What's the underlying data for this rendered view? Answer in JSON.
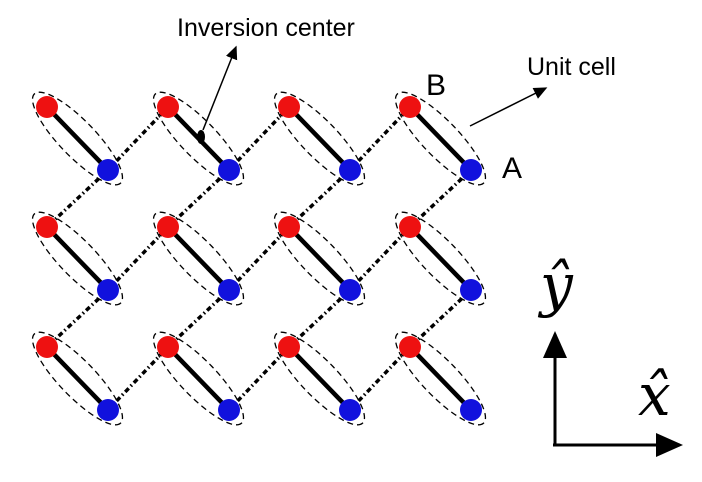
{
  "labels": {
    "inversion_center": "Inversion center",
    "unit_cell": "Unit cell",
    "site_b": "B",
    "site_a": "A",
    "axis_y": "ŷ",
    "axis_x": "x̂"
  },
  "colors": {
    "site_b": "#ee1111",
    "site_a": "#1111dd",
    "bond": "#000000",
    "cell_outline": "#000000"
  },
  "lattice": {
    "rows": 3,
    "cols": 4
  }
}
